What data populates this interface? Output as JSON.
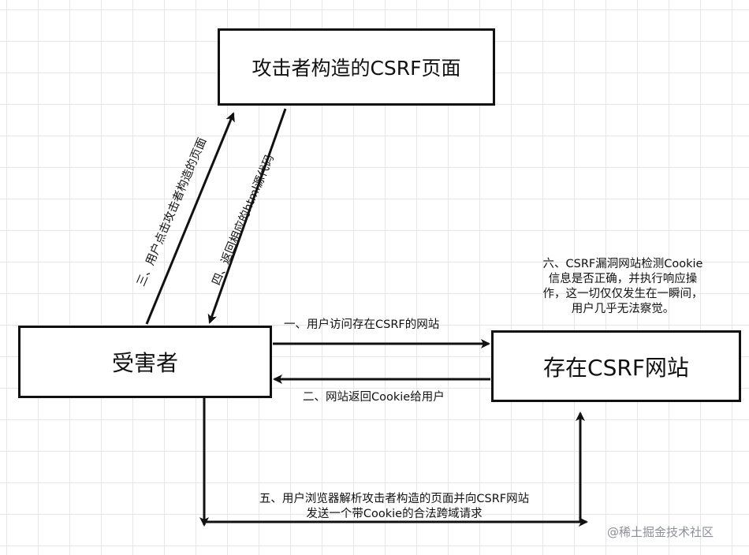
{
  "boxes": {
    "attacker_page": "攻击者构造的CSRF页面",
    "victim": "受害者",
    "vulnerable_site": "存在CSRF网站"
  },
  "steps": {
    "one": "一、用户访问存在CSRF的网站",
    "two": "二、网站返回Cookie给用户",
    "three": "三、用户点击攻击者构造的页面",
    "four": "四、返回相应的html源代码",
    "five": [
      "五、用户浏览器解析攻击者构造的页面并向CSRF网站",
      "发送一个带Cookie的合法跨域请求"
    ],
    "six": [
      "六、CSRF漏洞网站检测Cookie",
      "信息是否正确，并执行响应操",
      "作，这一切仅仅发生在一瞬间，",
      "用户几乎无法察觉。"
    ]
  },
  "watermark": "@稀土掘金技术社区"
}
